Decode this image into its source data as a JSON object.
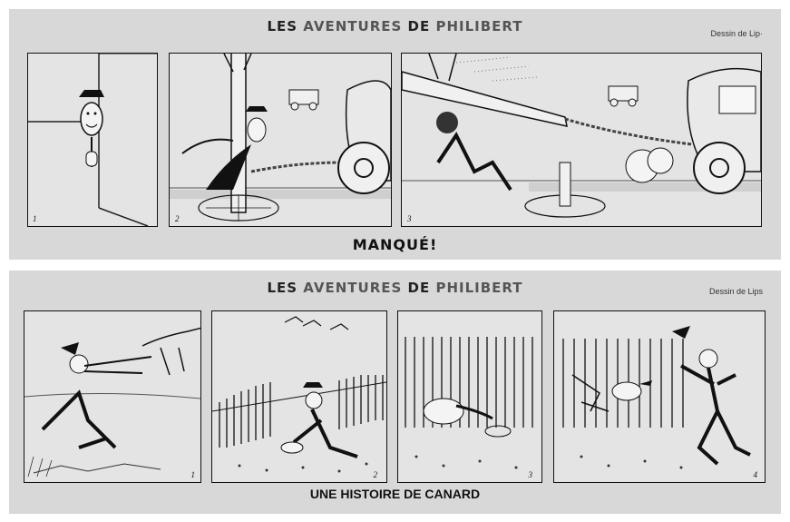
{
  "strips": [
    {
      "title_parts": [
        "LES ",
        "AVENTURES",
        " DE ",
        "PHILIBERT"
      ],
      "credit": "Dessin de Lip·",
      "caption": "MANQUÉ!",
      "panels": [
        {
          "number": "1",
          "scene": "man-peeking-from-door-icon"
        },
        {
          "number": "2",
          "scene": "man-tying-rope-to-tree-icon"
        },
        {
          "number": "3",
          "scene": "car-pulls-tree-over-icon"
        }
      ]
    },
    {
      "title_parts": [
        "LES ",
        "AVENTURES",
        " DE ",
        "PHILIBERT"
      ],
      "credit": "Dessin de Lips",
      "caption": "UNE HISTOIRE DE CANARD",
      "panels": [
        {
          "number": "1",
          "scene": "man-chasing-duck-icon"
        },
        {
          "number": "2",
          "scene": "man-at-fence-icon"
        },
        {
          "number": "3",
          "scene": "duck-behind-bars-icon"
        },
        {
          "number": "4",
          "scene": "man-angry-duck-escapes-icon"
        }
      ]
    }
  ]
}
